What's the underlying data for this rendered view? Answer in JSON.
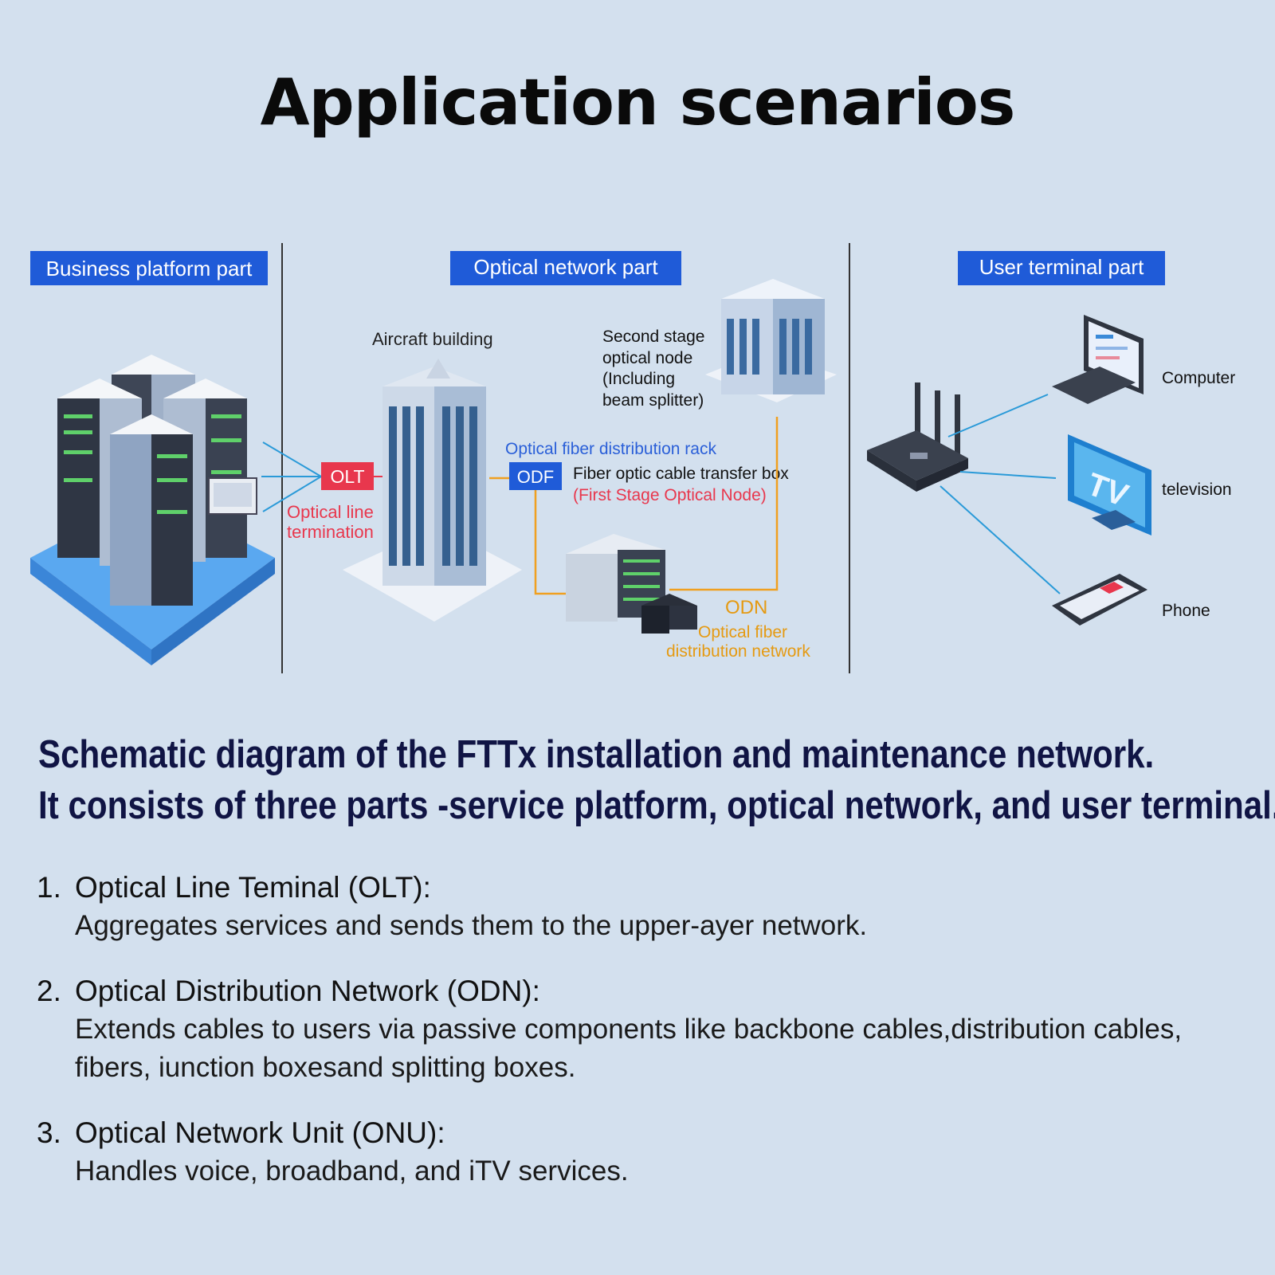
{
  "title": "Application scenarios",
  "diagram": {
    "sections": {
      "business": "Business platform part",
      "optical": "Optical network part",
      "user": "User terminal part"
    },
    "labels": {
      "olt": "OLT",
      "olt_desc_1": "Optical line",
      "olt_desc_2": "termination",
      "aircraft_building": "Aircraft building",
      "second_stage_1": "Second stage",
      "second_stage_2": "optical node",
      "second_stage_3": "(Including",
      "second_stage_4": "beam splitter)",
      "odf_rack": "Optical fiber distribution rack",
      "odf": "ODF",
      "transfer_box": "Fiber optic cable transfer box",
      "first_stage": "(First Stage Optical Node)",
      "odn": "ODN",
      "odn_desc_1": "Optical fiber",
      "odn_desc_2": "distribution network",
      "computer": "Computer",
      "television": "television",
      "phone": "Phone",
      "tv_screen": "TV"
    },
    "colors": {
      "section_box": "#1f5bd8",
      "olt_box": "#e8374d",
      "odf_box": "#1f5bd8",
      "fiber": "#f0a020",
      "link": "#2a9ad8",
      "odf_rack_text": "#2a5fd8",
      "olt_desc": "#e8374d",
      "odn_text": "#e59a12"
    }
  },
  "description": {
    "line1": "Schematic diagram of the FTTx installation and maintenance network.",
    "line2": "It consists of three parts -service platform, optical network, and user terminal."
  },
  "items": [
    {
      "num": "1.",
      "title": "Optical Line Teminal (OLT):",
      "body": "Aggregates services and sends them to the upper-ayer network."
    },
    {
      "num": "2.",
      "title": "Optical Distribution Network (ODN):",
      "body": "Extends cables to users via passive components like backbone cables,distribution cables, fibers, iunction boxesand splitting boxes."
    },
    {
      "num": "3.",
      "title": "Optical Network Unit (ONU):",
      "body": "Handles voice, broadband, and iTV services."
    }
  ]
}
